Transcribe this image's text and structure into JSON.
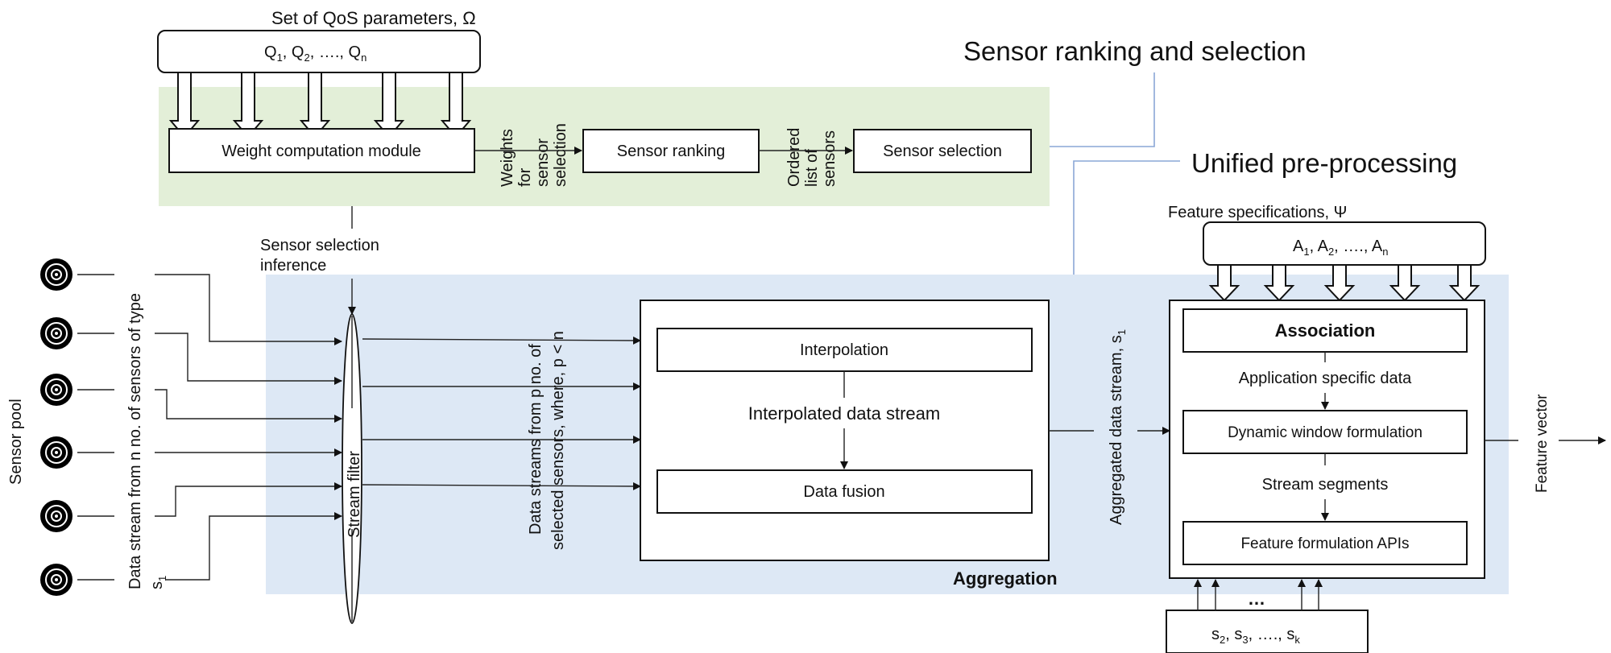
{
  "titles": {
    "ranking_selection": "Sensor ranking and selection",
    "unified_preprocessing": "Unified pre-processing"
  },
  "qos": {
    "heading": "Set of QoS parameters, Ω",
    "q1": "Q",
    "q1_sub": "1",
    "q2": "Q",
    "q2_sub": "2",
    "ellipsis": "….,",
    "qn": "Q",
    "qn_sub": "n"
  },
  "ranking": {
    "weight_module": "Weight computation module",
    "weights_label": [
      "Weights",
      "for",
      "sensor",
      "selection"
    ],
    "sensor_ranking": "Sensor ranking",
    "ordered_label": [
      "Ordered",
      "list of",
      "sensors"
    ],
    "sensor_selection": "Sensor selection",
    "inference": [
      "Sensor selection",
      "inference"
    ]
  },
  "sensor_pool": {
    "label": "Sensor pool",
    "stream_label": "Data stream from n no. of sensors of type",
    "s": "s",
    "s_sub": "1",
    "sensor_count": 6
  },
  "stream_filter": "Stream filter",
  "selected_streams": [
    "Data streams from p no. of",
    "selected sensors, where, p < n"
  ],
  "aggregation": {
    "interpolation": "Interpolation",
    "interpolated_stream": "Interpolated data stream",
    "data_fusion": "Data fusion",
    "label": "Aggregation",
    "output": "Aggregated data stream, s",
    "output_sub": "1"
  },
  "features": {
    "heading": "Feature specifications, Ψ",
    "a1": "A",
    "a1_sub": "1",
    "a2": "A",
    "a2_sub": "2",
    "ellipsis": "….,",
    "an": "A",
    "an_sub": "n",
    "association": "Association",
    "app_data": "Application specific data",
    "dynamic_window": "Dynamic window formulation",
    "stream_segments": "Stream segments",
    "feature_apis": "Feature formulation APIs",
    "dots": "…",
    "s2": "s",
    "s2_sub": "2",
    "s3": "s",
    "s3_sub": "3",
    "sk_ellipsis": "….,",
    "sk": "s",
    "sk_sub": "k",
    "output": "Feature vector"
  },
  "colors": {
    "green_panel": "#e3efd8",
    "blue_panel": "#dde8f5",
    "connector_blue": "#8aa7d6"
  }
}
